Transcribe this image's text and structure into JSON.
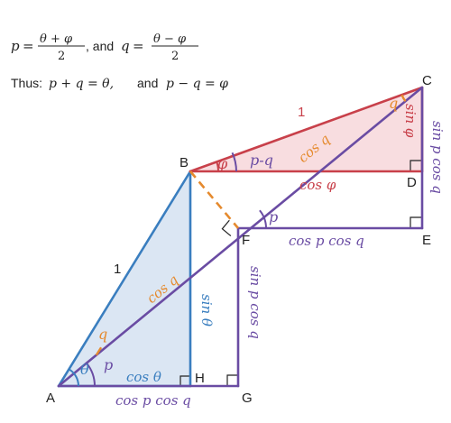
{
  "colors": {
    "blue": "#3a7ebf",
    "purple": "#6a4ca3",
    "red": "#c8404a",
    "orange": "#e58a2e",
    "black": "#222222",
    "blue_fill": "#dbe6f3",
    "red_fill": "#f8dde0"
  },
  "header": {
    "p_var": "p",
    "equals": "=",
    "p_num": "θ + φ",
    "p_den": "2",
    "and_text": ", and",
    "q_var": "q",
    "q_num": "θ − φ",
    "q_den": "2",
    "thus_label": "Thus:",
    "thus_expr_1": "p + q = θ,",
    "thus_and": "and",
    "thus_expr_2": "p − q = φ"
  },
  "points": {
    "A": "A",
    "B": "B",
    "C": "C",
    "D": "D",
    "E": "E",
    "F": "F",
    "G": "G",
    "H": "H"
  },
  "labels": {
    "AB": "1",
    "BC": "1",
    "AF": "cos q",
    "BF_upper": "cos q",
    "BH": "sin θ",
    "AH": "cos θ",
    "AG": "cos p cos q",
    "BD": "cos φ",
    "CD": "sin φ",
    "CE": "sin p cos q",
    "FE": "cos p cos q",
    "FG": "sin p cos q",
    "angle_theta": "θ",
    "angle_p_A": "p",
    "angle_q_A": "q",
    "angle_phi": "φ",
    "angle_pq": "p-q",
    "angle_q_C": "q",
    "angle_p_F": "p"
  }
}
